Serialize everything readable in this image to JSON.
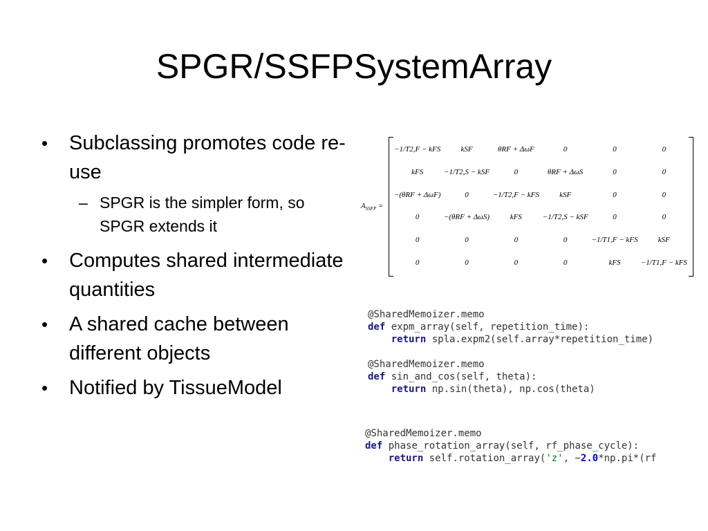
{
  "slide": {
    "title": "SPGR/SSFPSystemArray",
    "bullets": [
      {
        "text": "Subclassing promotes code re-use"
      },
      {
        "text": "Computes shared intermediate quantities"
      },
      {
        "text": "A shared cache between different objects"
      },
      {
        "text": "Notified by TissueModel"
      }
    ],
    "sub_bullet": "SPGR is the simpler form, so SPGR extends it"
  },
  "matrix": {
    "label": "A",
    "label_sub": "SSFP",
    "rows": [
      [
        "−1/T2,F − kFS",
        "kSF",
        "θRF + ΔωF",
        "0",
        "0",
        "0"
      ],
      [
        "kFS",
        "−1/T2,S − kSF",
        "0",
        "θRF + ΔωS",
        "0",
        "0"
      ],
      [
        "−(θRF + ΔωF)",
        "0",
        "−1/T2,F − kFS",
        "kSF",
        "0",
        "0"
      ],
      [
        "0",
        "−(θRF + ΔωS)",
        "kFS",
        "−1/T2,S − kSF",
        "0",
        "0"
      ],
      [
        "0",
        "0",
        "0",
        "0",
        "−1/T1,F − kFS",
        "kSF"
      ],
      [
        "0",
        "0",
        "0",
        "0",
        "kFS",
        "−1/T1,F − kFS"
      ]
    ]
  },
  "code": {
    "block1": {
      "decorator": "@SharedMemoizer.memo",
      "kw_def": "def",
      "signature": " expm_array(self, repetition_time):",
      "kw_return": "return",
      "body": " spla.expm2(self.array*repetition_time)"
    },
    "block2": {
      "decorator": "@SharedMemoizer.memo",
      "kw_def": "def",
      "signature": " sin_and_cos(self, theta):",
      "kw_return": "return",
      "body": " np.sin(theta), np.cos(theta)"
    },
    "block3": {
      "decorator": "@SharedMemoizer.memo",
      "kw_def": "def",
      "signature": " phase_rotation_array(self, rf_phase_cycle):",
      "kw_return": "return",
      "body_a": " self.rotation_array(",
      "str": "'z'",
      "body_b": ", −",
      "num": "2.0",
      "body_c": "*np.pi*(rf"
    }
  }
}
